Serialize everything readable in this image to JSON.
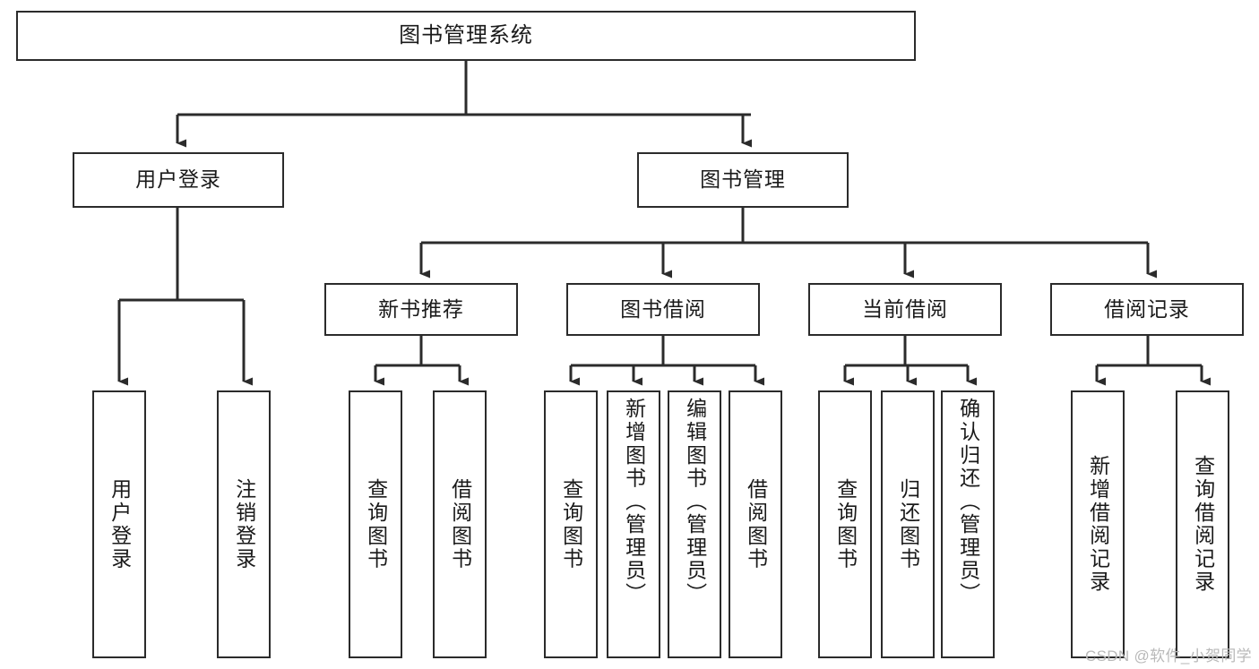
{
  "diagram": {
    "title": "图书管理系统",
    "type": "tree-hierarchy-chart",
    "line_color": "#2b2b2b",
    "box_fill": "#ffffff",
    "text_color": "#1a1a1a",
    "watermark": "CSDN @软件_小贺同学"
  },
  "nodes": {
    "root": {
      "label": "图书管理系统"
    },
    "level2": [
      {
        "label": "用户登录"
      },
      {
        "label": "图书管理"
      }
    ],
    "level3": [
      {
        "label": "新书推荐"
      },
      {
        "label": "图书借阅"
      },
      {
        "label": "当前借阅"
      },
      {
        "label": "借阅记录"
      }
    ],
    "leaves": {
      "user_login": [
        {
          "label": "用户登录"
        },
        {
          "label": "注销登录"
        }
      ],
      "new_book": [
        {
          "label": "查询图书"
        },
        {
          "label": "借阅图书"
        }
      ],
      "book_borrow": [
        {
          "label": "查询图书"
        },
        {
          "label": "新增图书（管理员）"
        },
        {
          "label": "编辑图书（管理员）"
        },
        {
          "label": "借阅图书"
        }
      ],
      "current_borrow": [
        {
          "label": "查询图书"
        },
        {
          "label": "归还图书"
        },
        {
          "label": "确认归还（管理员）"
        }
      ],
      "borrow_record": [
        {
          "label": "新增借阅记录"
        },
        {
          "label": "查询借阅记录"
        }
      ]
    }
  }
}
